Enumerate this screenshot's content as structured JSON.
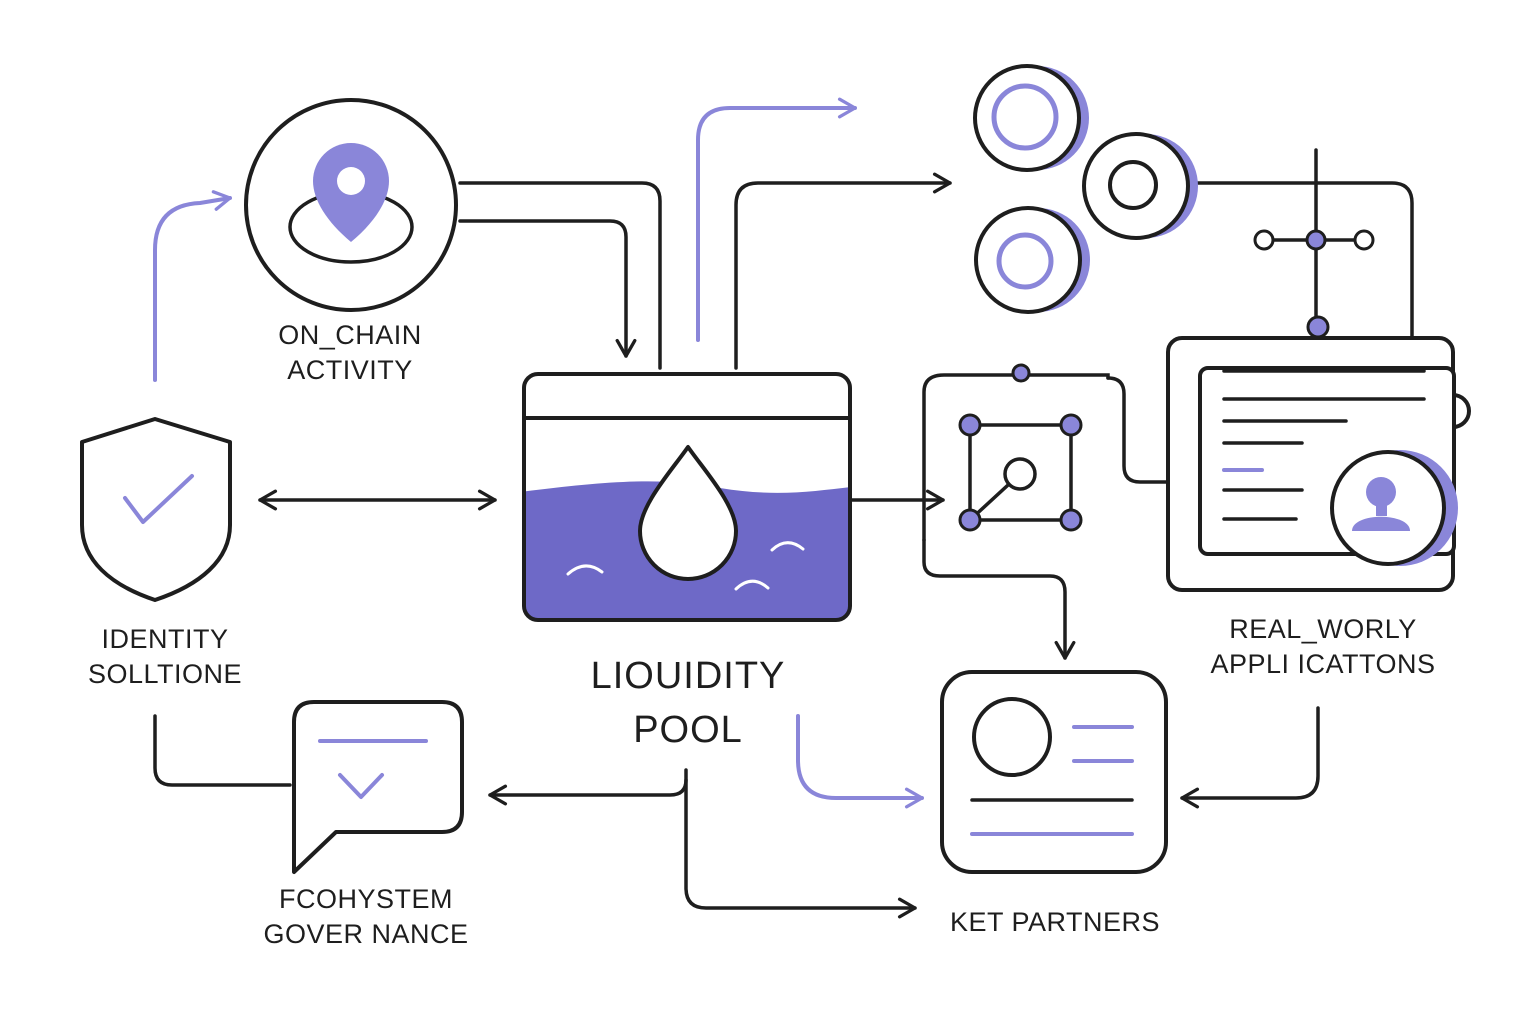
{
  "colors": {
    "ink": "#1e1e1e",
    "accent": "#8a86d9",
    "water": "#6e69c7",
    "background": "#ffffff"
  },
  "nodes": {
    "onchain": {
      "label_line1": "ON_CHAIN",
      "label_line2": "ACTIVITY",
      "icon": "user-location-icon"
    },
    "identity": {
      "label_line1": "IDENTITY",
      "label_line2": "SOLLTIONE",
      "icon": "shield-check-icon"
    },
    "liquidity": {
      "label_line1": "LIOUIDITY",
      "label_line2": "POOL",
      "icon": "water-drop-tank-icon"
    },
    "governance": {
      "label_line1": "FCOHYSTEM",
      "label_line2": "GOVER NANCE",
      "icon": "chat-bubble-icon"
    },
    "realworld": {
      "label_line1": "REAL_WORLY",
      "label_line2": "APPLI ICATTONS",
      "icon": "id-card-icon"
    },
    "partners": {
      "label": "KET PARTNERS",
      "icon": "profile-card-icon"
    },
    "tokens": {
      "icon": "coin-stack-icon"
    },
    "network": {
      "icon": "node-graph-icon"
    }
  }
}
